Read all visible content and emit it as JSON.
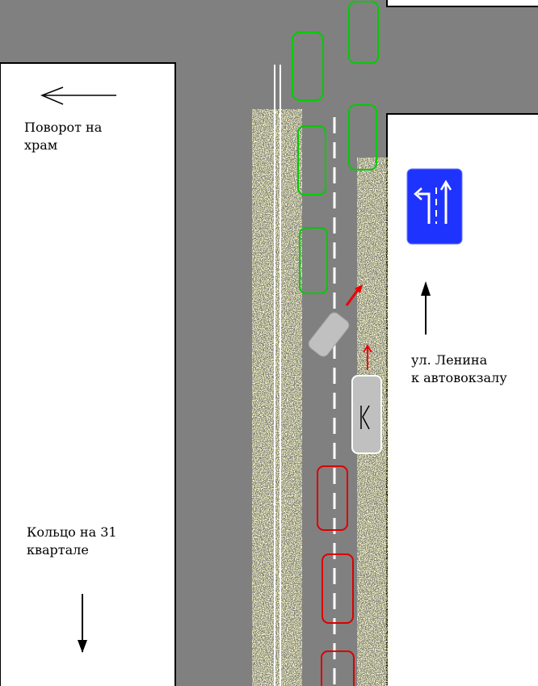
{
  "labels": {
    "temple_turn": [
      "Поворот на",
      "храм"
    ],
    "ring_31": [
      "Кольцо на 31",
      "квартале"
    ],
    "lenina": [
      "ул. Ленина",
      "к автовокзалу"
    ]
  },
  "colors": {
    "road": "#808080",
    "ground": "#ffffff",
    "snow": "#ffff99",
    "marking": "#ffffff",
    "green_car": "#00cc00",
    "red_car": "#dd0000",
    "grey_car": "#c0c0c0",
    "sign": "#1f33ff",
    "arrow_red": "#ee0000"
  },
  "icons": {
    "sign": "lane-direction-sign-icon",
    "car_mark": "accident-car-mark-icon"
  }
}
